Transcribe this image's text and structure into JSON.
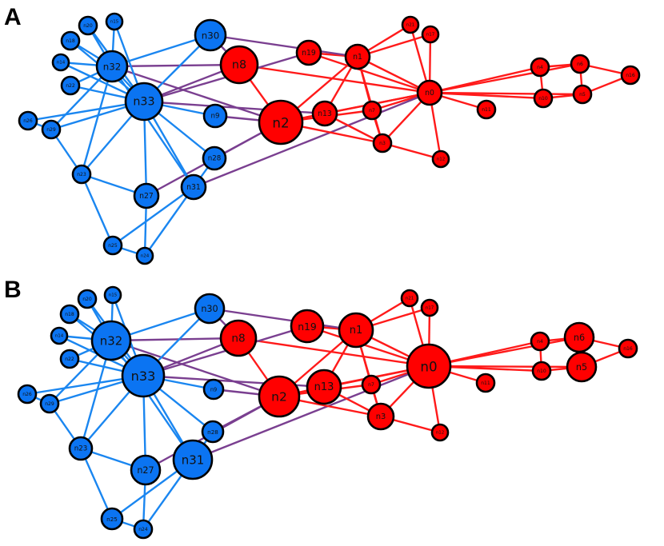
{
  "panels": [
    {
      "label": "A"
    },
    {
      "label": "B"
    }
  ],
  "colors": {
    "group_blue": "#0b74f2",
    "group_red": "#ff0000",
    "edge_blue": "#1a86f0",
    "edge_red": "#ff1a1a",
    "edge_between": "#7a3f90",
    "node_stroke": "#000000"
  },
  "nodes": [
    {
      "id": 0,
      "label": "n0",
      "group": "red"
    },
    {
      "id": 1,
      "label": "n1",
      "group": "red"
    },
    {
      "id": 2,
      "label": "n2",
      "group": "red"
    },
    {
      "id": 3,
      "label": "n3",
      "group": "red"
    },
    {
      "id": 4,
      "label": "n4",
      "group": "red"
    },
    {
      "id": 5,
      "label": "n5",
      "group": "red"
    },
    {
      "id": 6,
      "label": "n6",
      "group": "red"
    },
    {
      "id": 7,
      "label": "n7",
      "group": "red"
    },
    {
      "id": 8,
      "label": "n8",
      "group": "red"
    },
    {
      "id": 9,
      "label": "n9",
      "group": "blue"
    },
    {
      "id": 10,
      "label": "n10",
      "group": "red"
    },
    {
      "id": 11,
      "label": "n11",
      "group": "red"
    },
    {
      "id": 12,
      "label": "n12",
      "group": "red"
    },
    {
      "id": 13,
      "label": "n13",
      "group": "red"
    },
    {
      "id": 14,
      "label": "n14",
      "group": "blue"
    },
    {
      "id": 15,
      "label": "n15",
      "group": "blue"
    },
    {
      "id": 16,
      "label": "n16",
      "group": "red"
    },
    {
      "id": 17,
      "label": "n17",
      "group": "red"
    },
    {
      "id": 18,
      "label": "n18",
      "group": "blue"
    },
    {
      "id": 19,
      "label": "n19",
      "group": "red"
    },
    {
      "id": 20,
      "label": "n20",
      "group": "blue"
    },
    {
      "id": 21,
      "label": "n21",
      "group": "red"
    },
    {
      "id": 22,
      "label": "n22",
      "group": "blue"
    },
    {
      "id": 23,
      "label": "n23",
      "group": "blue"
    },
    {
      "id": 24,
      "label": "n24",
      "group": "blue"
    },
    {
      "id": 25,
      "label": "n25",
      "group": "blue"
    },
    {
      "id": 26,
      "label": "n26",
      "group": "blue"
    },
    {
      "id": 27,
      "label": "n27",
      "group": "blue"
    },
    {
      "id": 28,
      "label": "n28",
      "group": "blue"
    },
    {
      "id": 29,
      "label": "n29",
      "group": "blue"
    },
    {
      "id": 30,
      "label": "n30",
      "group": "blue"
    },
    {
      "id": 31,
      "label": "n31",
      "group": "blue"
    },
    {
      "id": 32,
      "label": "n32",
      "group": "blue"
    },
    {
      "id": 33,
      "label": "n33",
      "group": "blue"
    }
  ],
  "edges": [
    [
      0,
      1
    ],
    [
      0,
      2
    ],
    [
      0,
      3
    ],
    [
      0,
      4
    ],
    [
      0,
      5
    ],
    [
      0,
      6
    ],
    [
      0,
      7
    ],
    [
      0,
      8
    ],
    [
      0,
      10
    ],
    [
      0,
      11
    ],
    [
      0,
      12
    ],
    [
      0,
      13
    ],
    [
      0,
      17
    ],
    [
      0,
      19
    ],
    [
      0,
      21
    ],
    [
      0,
      31
    ],
    [
      1,
      2
    ],
    [
      1,
      3
    ],
    [
      1,
      7
    ],
    [
      1,
      13
    ],
    [
      1,
      17
    ],
    [
      1,
      19
    ],
    [
      1,
      21
    ],
    [
      1,
      30
    ],
    [
      2,
      3
    ],
    [
      2,
      7
    ],
    [
      2,
      8
    ],
    [
      2,
      9
    ],
    [
      2,
      13
    ],
    [
      2,
      27
    ],
    [
      2,
      28
    ],
    [
      2,
      32
    ],
    [
      3,
      7
    ],
    [
      3,
      12
    ],
    [
      3,
      13
    ],
    [
      4,
      6
    ],
    [
      4,
      10
    ],
    [
      5,
      6
    ],
    [
      5,
      10
    ],
    [
      5,
      16
    ],
    [
      6,
      16
    ],
    [
      8,
      30
    ],
    [
      8,
      32
    ],
    [
      8,
      33
    ],
    [
      9,
      33
    ],
    [
      13,
      33
    ],
    [
      14,
      32
    ],
    [
      14,
      33
    ],
    [
      15,
      32
    ],
    [
      15,
      33
    ],
    [
      18,
      32
    ],
    [
      18,
      33
    ],
    [
      19,
      33
    ],
    [
      20,
      32
    ],
    [
      20,
      33
    ],
    [
      22,
      32
    ],
    [
      22,
      33
    ],
    [
      23,
      25
    ],
    [
      23,
      27
    ],
    [
      23,
      29
    ],
    [
      23,
      32
    ],
    [
      23,
      33
    ],
    [
      24,
      25
    ],
    [
      24,
      27
    ],
    [
      24,
      31
    ],
    [
      25,
      31
    ],
    [
      26,
      29
    ],
    [
      26,
      33
    ],
    [
      27,
      33
    ],
    [
      28,
      31
    ],
    [
      28,
      33
    ],
    [
      29,
      32
    ],
    [
      29,
      33
    ],
    [
      30,
      32
    ],
    [
      30,
      33
    ],
    [
      31,
      32
    ],
    [
      31,
      33
    ],
    [
      32,
      33
    ]
  ]
}
